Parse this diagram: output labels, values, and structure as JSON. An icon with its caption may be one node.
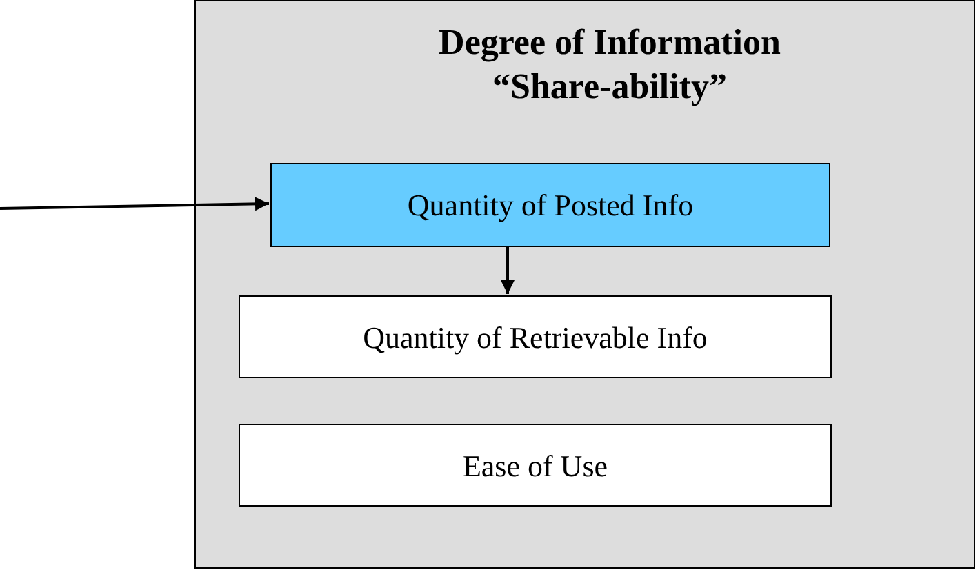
{
  "diagram": {
    "nodes": [
      {
        "text": [
          "Degree of Information “Share-ability”"
        ]
      },
      {
        "text": [
          "Quantity of Posted Info"
        ],
        "in": 0
      },
      {
        "text": [
          "Quantity of Retrievable Info"
        ],
        "in": 0
      },
      {
        "text": [
          "Ease of Use"
        ],
        "in": 0
      }
    ],
    "edges": [
      {
        "from": null,
        "to": 1,
        "arrow": "to"
      },
      {
        "from": 1,
        "to": 2,
        "arrow": "to"
      }
    ]
  }
}
